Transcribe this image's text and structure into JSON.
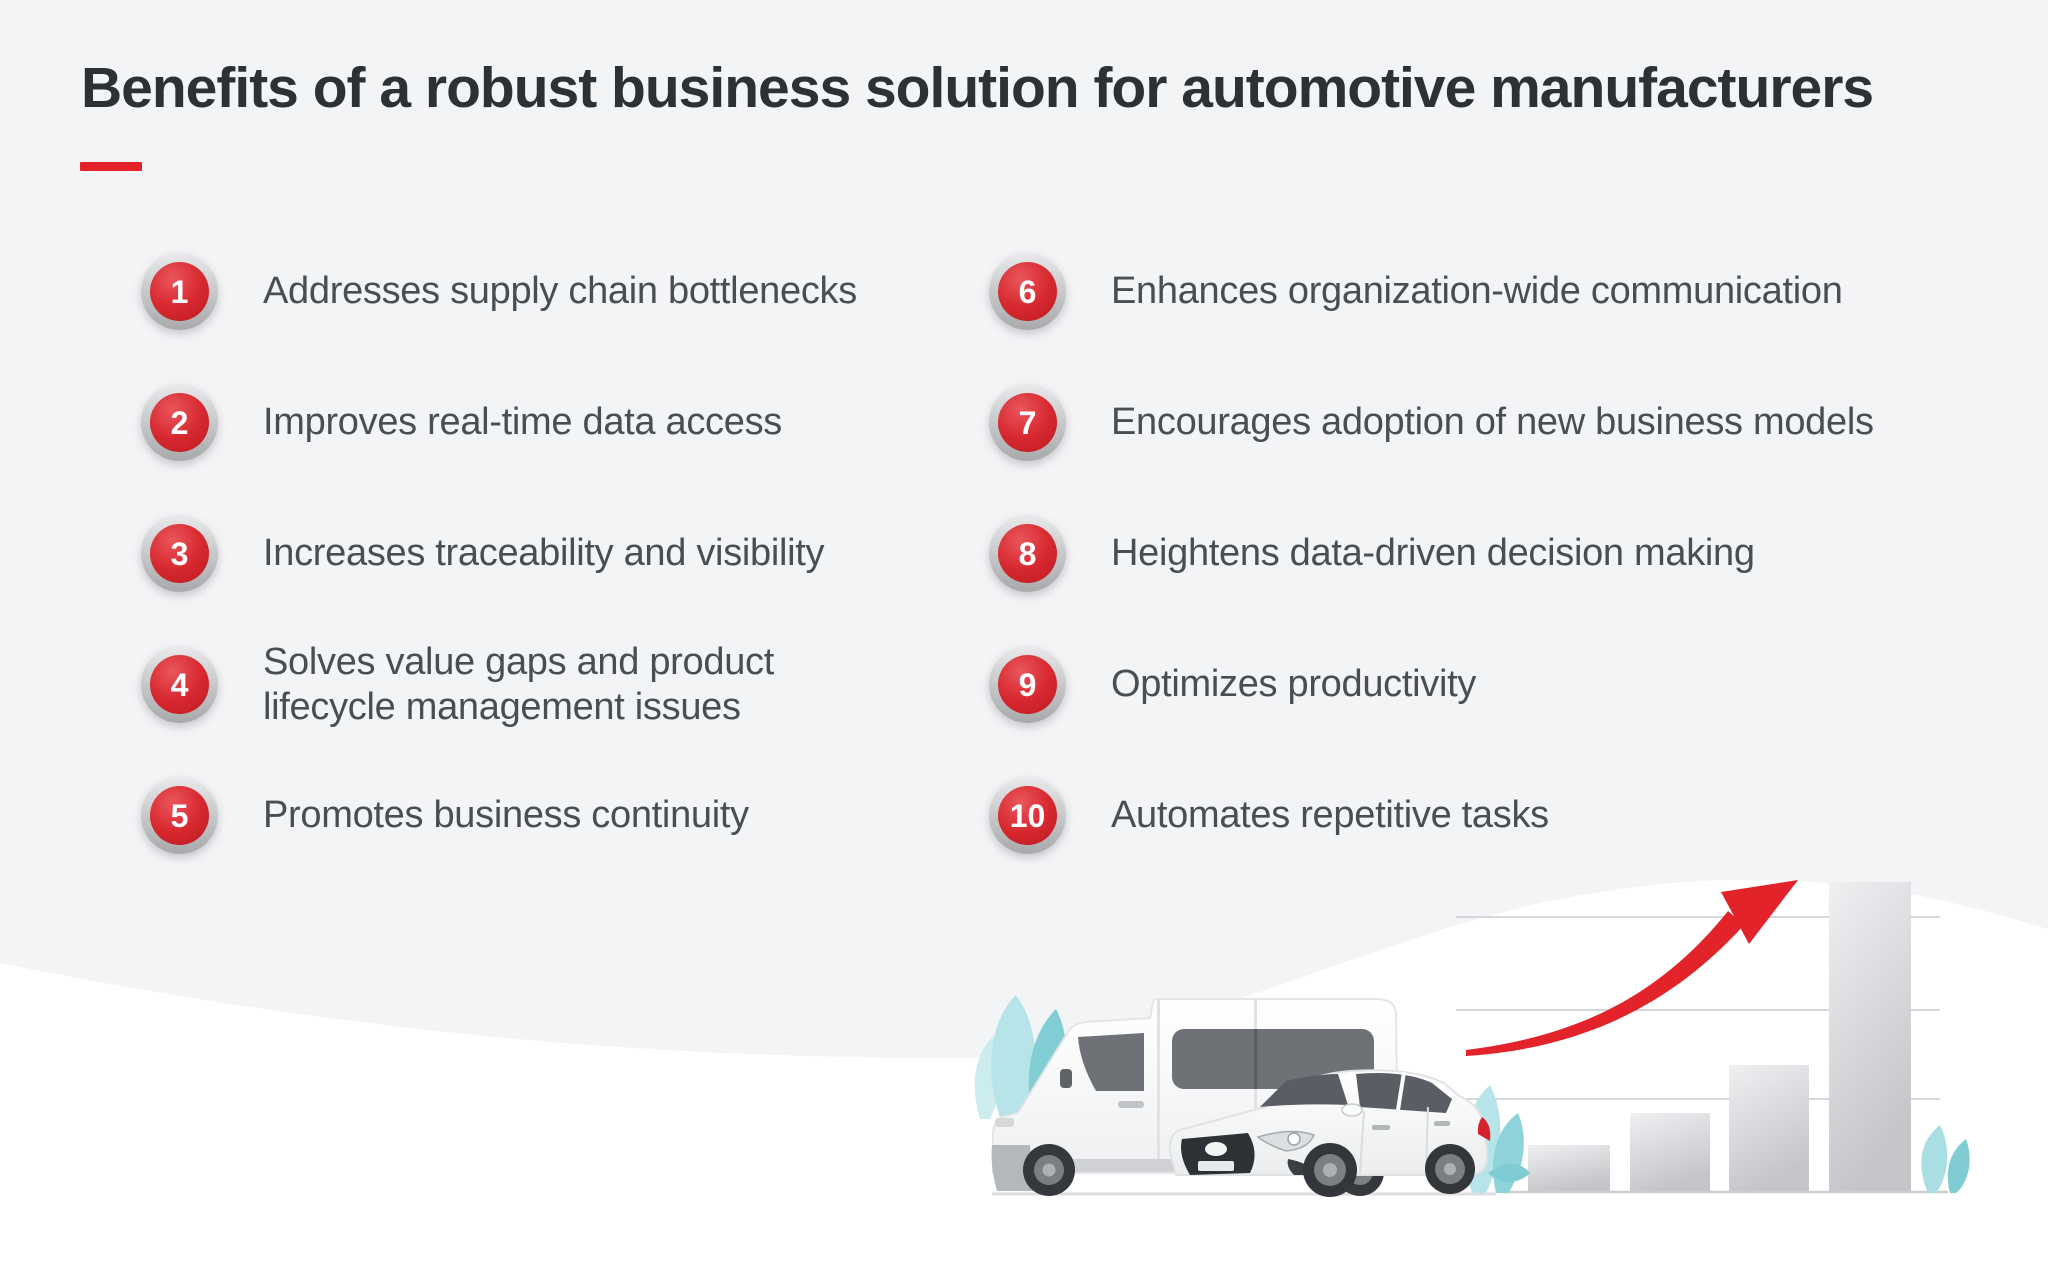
{
  "page": {
    "background_color": "#f3f4f6",
    "wave_color": "#ffffff",
    "accent_red": "#e22128"
  },
  "header": {
    "title": "Benefits of a robust business solution for automotive manufacturers"
  },
  "benefits": {
    "left": [
      {
        "number": "1",
        "text": "Addresses supply chain bottlenecks"
      },
      {
        "number": "2",
        "text": "Improves real-time data access"
      },
      {
        "number": "3",
        "text": "Increases traceability and visibility"
      },
      {
        "number": "4",
        "text": "Solves value gaps and product\nlifecycle management issues"
      },
      {
        "number": "5",
        "text": "Promotes business continuity"
      }
    ],
    "right": [
      {
        "number": "6",
        "text": "Enhances organization-wide communication"
      },
      {
        "number": "7",
        "text": "Encourages adoption of new business models"
      },
      {
        "number": "8",
        "text": "Heightens data-driven decision making"
      },
      {
        "number": "9",
        "text": "Optimizes productivity"
      },
      {
        "number": "10",
        "text": "Automates repetitive tasks"
      }
    ]
  },
  "illustration": {
    "elements": [
      "teal-leaves",
      "delivery-van",
      "sedan-car",
      "growth-bar-chart",
      "growth-arrow"
    ],
    "colors": {
      "teal_light": "#b7e4e8",
      "teal_dark": "#82ced5",
      "glass_gray": "#6e7277",
      "bar_gradient_top": "#eef0f1",
      "bar_gradient_bottom": "#c5c7ca",
      "arrow_red": "#e2232a",
      "taillight_red": "#d6232a"
    },
    "chart": {
      "type": "bar",
      "bars": 4,
      "relative_heights": [
        47,
        79,
        127,
        310
      ],
      "gridlines": 3,
      "trend": "increasing"
    }
  }
}
